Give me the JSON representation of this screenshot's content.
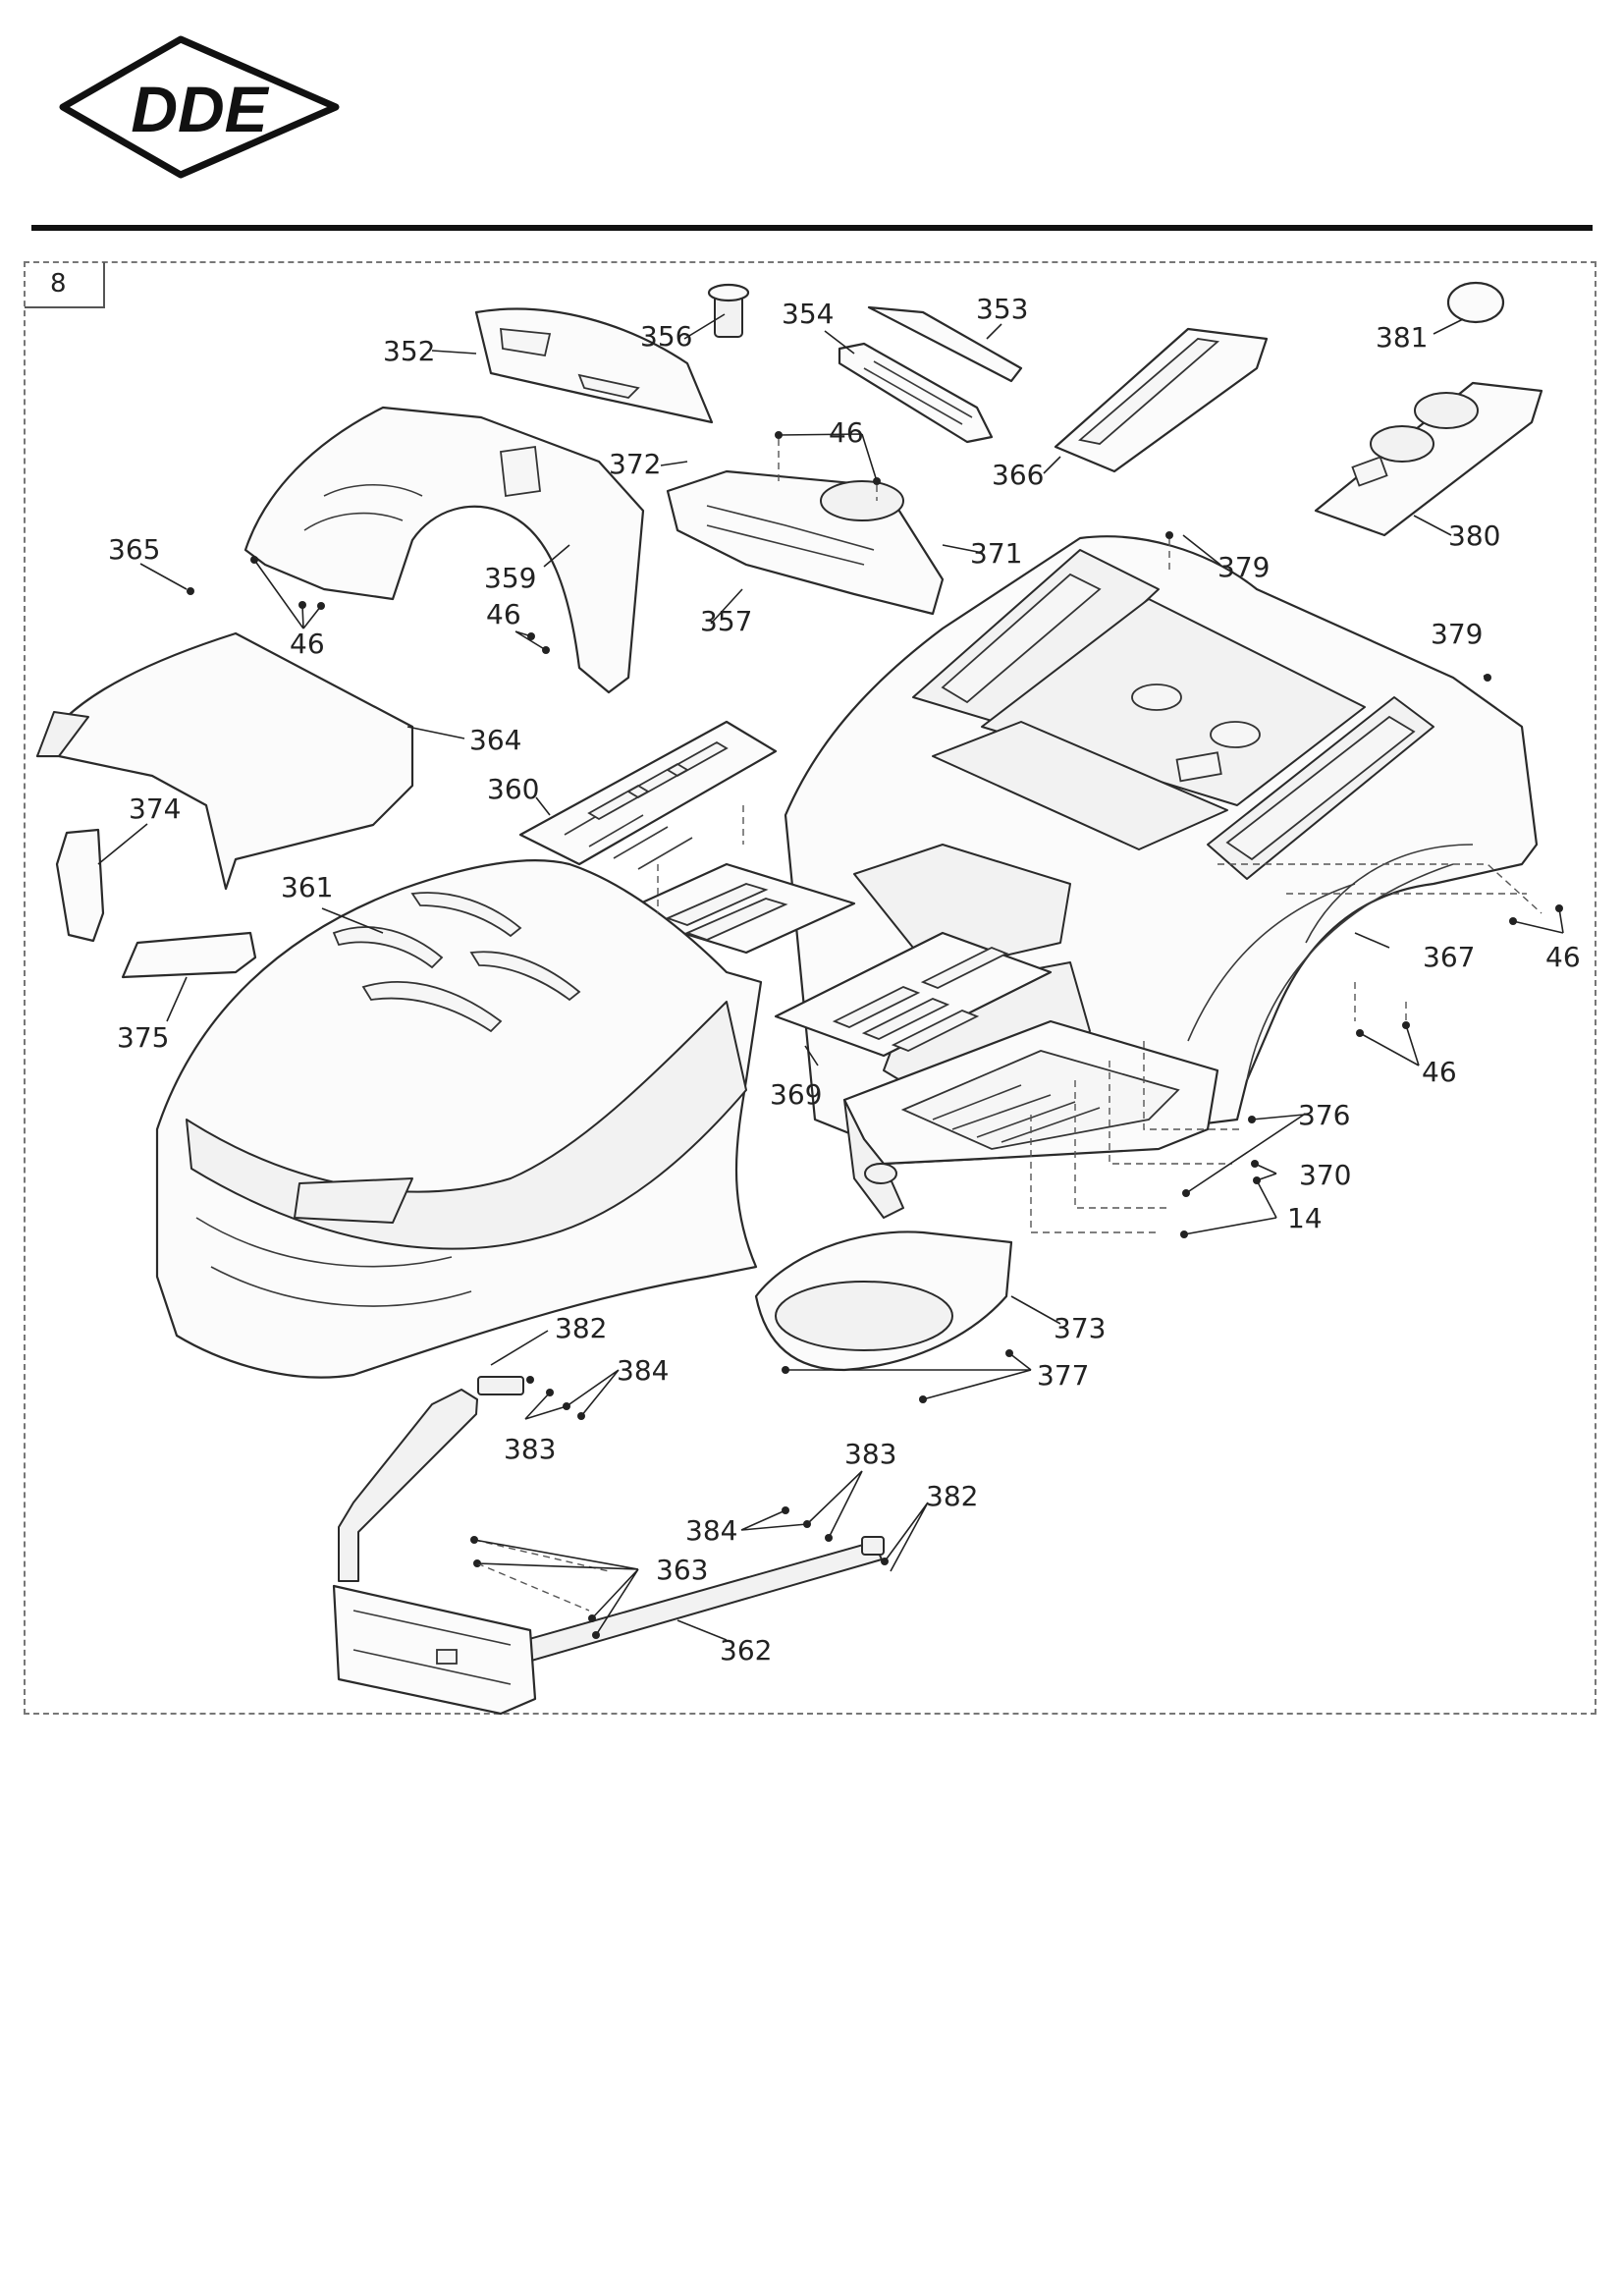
{
  "brand": {
    "logo_text": "DDE"
  },
  "page": {
    "number": "8"
  },
  "part_labels": [
    "352",
    "356",
    "354",
    "353",
    "381",
    "372",
    "46",
    "366",
    "365",
    "371",
    "380",
    "359",
    "379",
    "46",
    "46",
    "357",
    "379",
    "364",
    "360",
    "374",
    "361",
    "367",
    "46",
    "369",
    "46",
    "375",
    "376",
    "370",
    "14",
    "373",
    "382",
    "384",
    "377",
    "383",
    "383",
    "382",
    "384",
    "363",
    "362"
  ]
}
